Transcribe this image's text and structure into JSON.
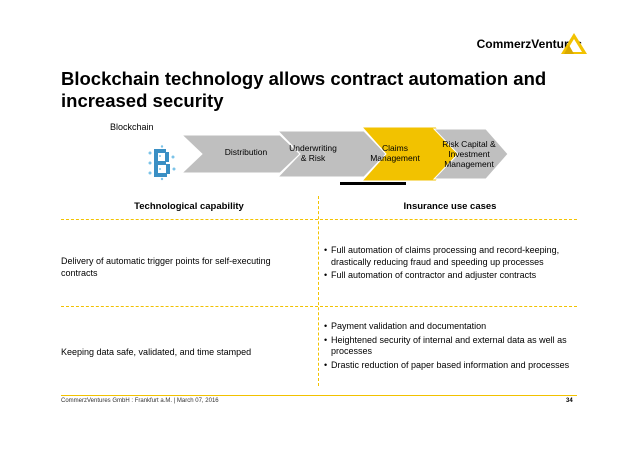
{
  "header": {
    "brand": "CommerzVentures"
  },
  "title": "Blockchain technology allows contract automation and increased security",
  "value_chain": {
    "label": "Blockchain",
    "steps": [
      {
        "label": "Distribution",
        "highlighted": false
      },
      {
        "label": "Underwriting & Risk",
        "highlighted": false
      },
      {
        "label": "Claims Management",
        "highlighted": true
      },
      {
        "label": "Risk Capital & Investment Management",
        "highlighted": false
      }
    ]
  },
  "table": {
    "headers": {
      "left": "Technological capability",
      "right": "Insurance use cases"
    },
    "rows": [
      {
        "capability": "Delivery of automatic trigger points for self-executing contracts",
        "use_cases": [
          "Full automation of claims processing and record-keeping, drastically reducing fraud and speeding up processes",
          "Full automation of contractor and adjuster contracts"
        ]
      },
      {
        "capability": "Keeping data safe, validated, and time stamped",
        "use_cases": [
          "Payment validation and documentation",
          "Heightened security of internal and external data as well as processes",
          "Drastic reduction of paper based information and processes"
        ]
      }
    ]
  },
  "footer": {
    "text": "CommerzVentures GmbH  :  Frankfurt a.M. | March 07, 2016",
    "page": "34"
  },
  "colors": {
    "accent": "#f2c200",
    "chevron_grey": "#bfbfbf",
    "chevron_highlight": "#f2c200",
    "text": "#000000"
  },
  "icons": {
    "brand_logo": "commerzbank-ribbon-icon",
    "blockchain_logo": "blockchain-b-icon"
  }
}
